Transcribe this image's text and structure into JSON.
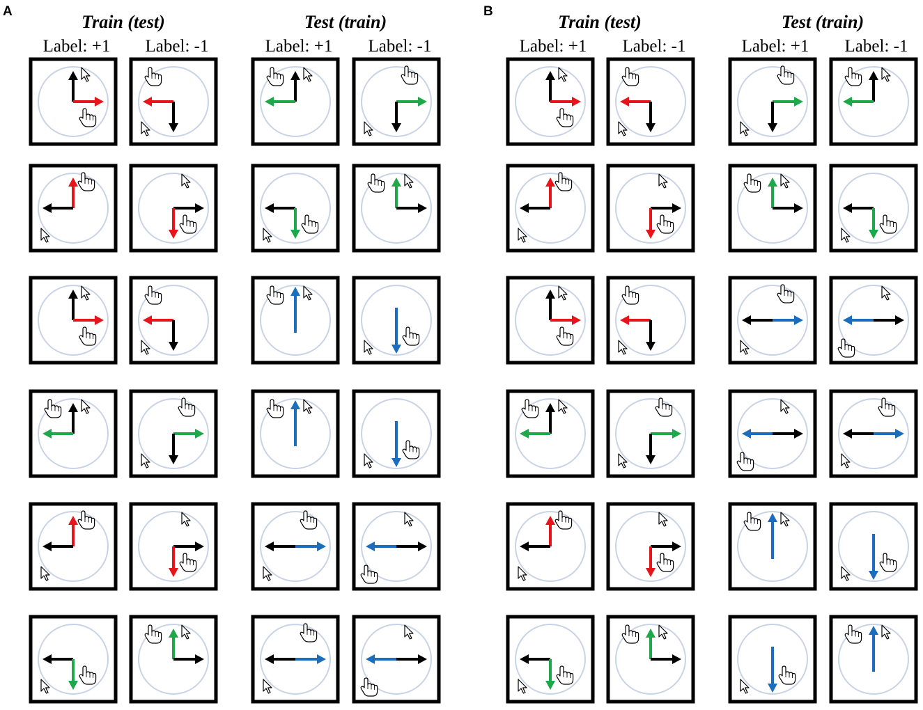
{
  "panels": [
    {
      "letter": "A",
      "groups": [
        {
          "title": "Train (test)",
          "labels": [
            "Label: +1",
            "Label: -1"
          ],
          "cells": [
            [
              {
                "arrows": [
                  [
                    "U",
                    "k"
                  ],
                  [
                    "R",
                    "r"
                  ]
                ],
                "pointer": "NE",
                "hand": "SE"
              },
              {
                "arrows": [
                  [
                    "L",
                    "r"
                  ],
                  [
                    "D",
                    "k"
                  ]
                ],
                "hand": "NW",
                "pointer": "SW"
              }
            ],
            [
              {
                "arrows": [
                  [
                    "U",
                    "r"
                  ],
                  [
                    "L",
                    "k"
                  ]
                ],
                "hand": "NE",
                "pointer": "SW"
              },
              {
                "arrows": [
                  [
                    "R",
                    "k"
                  ],
                  [
                    "D",
                    "r"
                  ]
                ],
                "pointer": "NE",
                "hand": "SE"
              }
            ],
            [
              {
                "arrows": [
                  [
                    "U",
                    "k"
                  ],
                  [
                    "R",
                    "r"
                  ]
                ],
                "pointer": "NE",
                "hand": "SE"
              },
              {
                "arrows": [
                  [
                    "L",
                    "r"
                  ],
                  [
                    "D",
                    "k"
                  ]
                ],
                "hand": "NW",
                "pointer": "SW"
              }
            ],
            [
              {
                "arrows": [
                  [
                    "U",
                    "k"
                  ],
                  [
                    "L",
                    "g"
                  ]
                ],
                "hand": "NW",
                "pointer": "NE"
              },
              {
                "arrows": [
                  [
                    "R",
                    "g"
                  ],
                  [
                    "D",
                    "k"
                  ]
                ],
                "hand": "NE",
                "pointer": "SW"
              }
            ],
            [
              {
                "arrows": [
                  [
                    "U",
                    "r"
                  ],
                  [
                    "L",
                    "k"
                  ]
                ],
                "hand": "NE",
                "pointer": "SW"
              },
              {
                "arrows": [
                  [
                    "R",
                    "k"
                  ],
                  [
                    "D",
                    "r"
                  ]
                ],
                "pointer": "NE",
                "hand": "SE"
              }
            ],
            [
              {
                "arrows": [
                  [
                    "L",
                    "k"
                  ],
                  [
                    "D",
                    "g"
                  ]
                ],
                "pointer": "SW",
                "hand": "SE"
              },
              {
                "arrows": [
                  [
                    "U",
                    "g"
                  ],
                  [
                    "R",
                    "k"
                  ]
                ],
                "hand": "NW",
                "pointer": "NE"
              }
            ]
          ]
        },
        {
          "title": "Test (train)",
          "labels": [
            "Label: +1",
            "Label: -1"
          ],
          "cells": [
            [
              {
                "arrows": [
                  [
                    "U",
                    "k"
                  ],
                  [
                    "L",
                    "g"
                  ]
                ],
                "hand": "NW",
                "pointer": "NE"
              },
              {
                "arrows": [
                  [
                    "R",
                    "g"
                  ],
                  [
                    "D",
                    "k"
                  ]
                ],
                "hand": "NE",
                "pointer": "SW"
              }
            ],
            [
              {
                "arrows": [
                  [
                    "L",
                    "k"
                  ],
                  [
                    "D",
                    "g"
                  ]
                ],
                "pointer": "SW",
                "hand": "SE"
              },
              {
                "arrows": [
                  [
                    "U",
                    "g"
                  ],
                  [
                    "R",
                    "k"
                  ]
                ],
                "hand": "NW",
                "pointer": "NE"
              }
            ],
            [
              {
                "arrows": [
                  [
                    "U",
                    "b"
                  ]
                ],
                "hand": "NW",
                "pointer": "NE"
              },
              {
                "arrows": [
                  [
                    "D",
                    "b"
                  ]
                ],
                "pointer": "SW",
                "hand": "SE"
              }
            ],
            [
              {
                "arrows": [
                  [
                    "U",
                    "b"
                  ]
                ],
                "hand": "NW",
                "pointer": "NE"
              },
              {
                "arrows": [
                  [
                    "D",
                    "b"
                  ]
                ],
                "pointer": "SW",
                "hand": "SE"
              }
            ],
            [
              {
                "arrows": [
                  [
                    "L",
                    "k"
                  ],
                  [
                    "R",
                    "b"
                  ]
                ],
                "hand": "NE",
                "pointer": "SW"
              },
              {
                "arrows": [
                  [
                    "L",
                    "b"
                  ],
                  [
                    "R",
                    "k"
                  ]
                ],
                "pointer": "NE",
                "hand": "SW"
              }
            ],
            [
              {
                "arrows": [
                  [
                    "L",
                    "k"
                  ],
                  [
                    "R",
                    "b"
                  ]
                ],
                "hand": "NE",
                "pointer": "SW"
              },
              {
                "arrows": [
                  [
                    "L",
                    "b"
                  ],
                  [
                    "R",
                    "k"
                  ]
                ],
                "pointer": "NE",
                "hand": "SW"
              }
            ]
          ]
        }
      ]
    },
    {
      "letter": "B",
      "groups": [
        {
          "title": "Train (test)",
          "labels": [
            "Label: +1",
            "Label: -1"
          ],
          "cells": [
            [
              {
                "arrows": [
                  [
                    "U",
                    "k"
                  ],
                  [
                    "R",
                    "r"
                  ]
                ],
                "pointer": "NE",
                "hand": "SE"
              },
              {
                "arrows": [
                  [
                    "L",
                    "r"
                  ],
                  [
                    "D",
                    "k"
                  ]
                ],
                "hand": "NW",
                "pointer": "SW"
              }
            ],
            [
              {
                "arrows": [
                  [
                    "U",
                    "r"
                  ],
                  [
                    "L",
                    "k"
                  ]
                ],
                "hand": "NE",
                "pointer": "SW"
              },
              {
                "arrows": [
                  [
                    "R",
                    "k"
                  ],
                  [
                    "D",
                    "r"
                  ]
                ],
                "pointer": "NE",
                "hand": "SE"
              }
            ],
            [
              {
                "arrows": [
                  [
                    "U",
                    "k"
                  ],
                  [
                    "R",
                    "r"
                  ]
                ],
                "pointer": "NE",
                "hand": "SE"
              },
              {
                "arrows": [
                  [
                    "L",
                    "r"
                  ],
                  [
                    "D",
                    "k"
                  ]
                ],
                "hand": "NW",
                "pointer": "SW"
              }
            ],
            [
              {
                "arrows": [
                  [
                    "U",
                    "k"
                  ],
                  [
                    "L",
                    "g"
                  ]
                ],
                "hand": "NW",
                "pointer": "NE"
              },
              {
                "arrows": [
                  [
                    "R",
                    "g"
                  ],
                  [
                    "D",
                    "k"
                  ]
                ],
                "hand": "NE",
                "pointer": "SW"
              }
            ],
            [
              {
                "arrows": [
                  [
                    "U",
                    "r"
                  ],
                  [
                    "L",
                    "k"
                  ]
                ],
                "hand": "NE",
                "pointer": "SW"
              },
              {
                "arrows": [
                  [
                    "R",
                    "k"
                  ],
                  [
                    "D",
                    "r"
                  ]
                ],
                "pointer": "NE",
                "hand": "SE"
              }
            ],
            [
              {
                "arrows": [
                  [
                    "L",
                    "k"
                  ],
                  [
                    "D",
                    "g"
                  ]
                ],
                "pointer": "SW",
                "hand": "SE"
              },
              {
                "arrows": [
                  [
                    "U",
                    "g"
                  ],
                  [
                    "R",
                    "k"
                  ]
                ],
                "hand": "NW",
                "pointer": "NE"
              }
            ]
          ]
        },
        {
          "title": "Test (train)",
          "labels": [
            "Label: +1",
            "Label: -1"
          ],
          "cells": [
            [
              {
                "arrows": [
                  [
                    "R",
                    "g"
                  ],
                  [
                    "D",
                    "k"
                  ]
                ],
                "hand": "NE",
                "pointer": "SW"
              },
              {
                "arrows": [
                  [
                    "U",
                    "k"
                  ],
                  [
                    "L",
                    "g"
                  ]
                ],
                "hand": "NW",
                "pointer": "NE"
              }
            ],
            [
              {
                "arrows": [
                  [
                    "U",
                    "g"
                  ],
                  [
                    "R",
                    "k"
                  ]
                ],
                "hand": "NW",
                "pointer": "NE"
              },
              {
                "arrows": [
                  [
                    "L",
                    "k"
                  ],
                  [
                    "D",
                    "g"
                  ]
                ],
                "pointer": "SW",
                "hand": "SE"
              }
            ],
            [
              {
                "arrows": [
                  [
                    "L",
                    "k"
                  ],
                  [
                    "R",
                    "b"
                  ]
                ],
                "hand": "NE",
                "pointer": "SW"
              },
              {
                "arrows": [
                  [
                    "L",
                    "b"
                  ],
                  [
                    "R",
                    "k"
                  ]
                ],
                "pointer": "NE",
                "hand": "SW"
              }
            ],
            [
              {
                "arrows": [
                  [
                    "L",
                    "b"
                  ],
                  [
                    "R",
                    "k"
                  ]
                ],
                "pointer": "NE",
                "hand": "SW"
              },
              {
                "arrows": [
                  [
                    "L",
                    "k"
                  ],
                  [
                    "R",
                    "b"
                  ]
                ],
                "hand": "NE",
                "pointer": "SW"
              }
            ],
            [
              {
                "arrows": [
                  [
                    "U",
                    "b"
                  ]
                ],
                "hand": "NW",
                "pointer": "NE"
              },
              {
                "arrows": [
                  [
                    "D",
                    "b"
                  ]
                ],
                "pointer": "SW",
                "hand": "SE"
              }
            ],
            [
              {
                "arrows": [
                  [
                    "D",
                    "b"
                  ]
                ],
                "pointer": "SW",
                "hand": "SE"
              },
              {
                "arrows": [
                  [
                    "U",
                    "b"
                  ]
                ],
                "hand": "NW",
                "pointer": "NE"
              }
            ]
          ]
        }
      ]
    }
  ],
  "colors": {
    "k": "#000000",
    "r": "#e8141c",
    "g": "#1ea84a",
    "b": "#1a6ebd",
    "circle": "#c9d3e6",
    "frame": "#000000"
  }
}
